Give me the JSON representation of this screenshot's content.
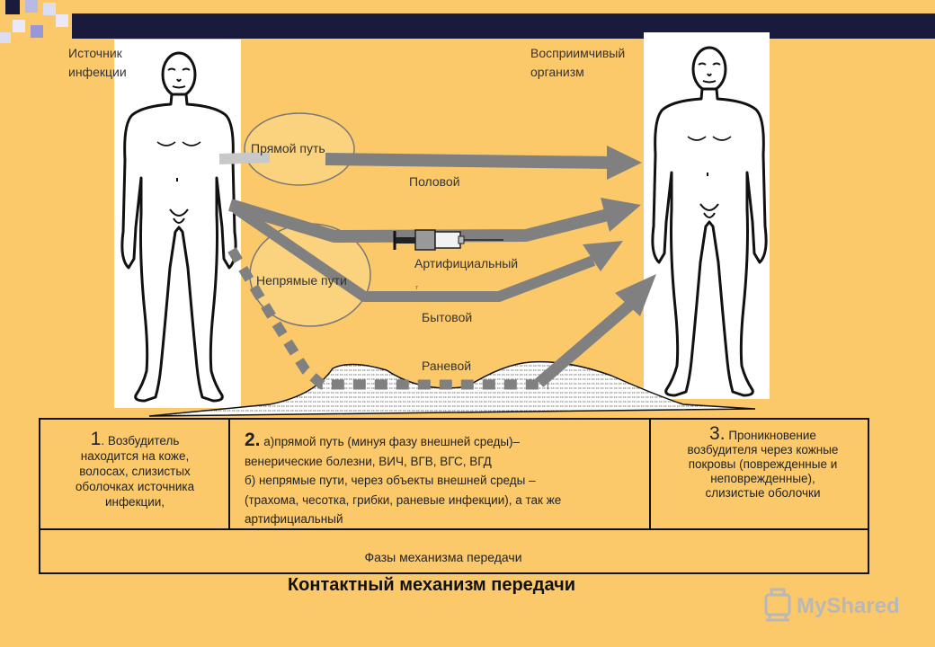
{
  "labels": {
    "source": [
      "Источник",
      "инфекции"
    ],
    "receiver": [
      "Восприимчивый",
      "организм"
    ],
    "direct_route": "Прямой путь",
    "indirect_routes": "Непрямые пути",
    "sexual": "Половой",
    "artificial": "Артифициальный",
    "household": "Бытовой",
    "wound": "Раневой",
    "tiny_mark": "7"
  },
  "phases": {
    "phase1": {
      "number": "1",
      "lines": [
        ". Возбудитель",
        "находится на коже,",
        "волосах, слизистых",
        "оболочках источника",
        "инфекции,"
      ]
    },
    "phase2": {
      "number": "2.",
      "lines": [
        " а)прямой путь (минуя фазу внешней среды)–",
        "венерические болезни, ВИЧ, ВГВ, ВГС, ВГД",
        "б) непрямые пути, через объекты внешней среды –",
        "(трахома, чесотка, грибки, раневые инфекции), а так же",
        "артифициальный"
      ]
    },
    "phase3": {
      "number": "3.",
      "lines": [
        " Проникновение",
        "возбудителя через кожные",
        "покровы (поврежденные и",
        "неповрежденные),",
        "слизистые оболочки"
      ]
    },
    "caption": "Фазы механизма передачи"
  },
  "title": "Контактный механизм передачи",
  "watermark": "MyShared",
  "colors": {
    "background": "#fcc96a",
    "arrow": "#808080",
    "navy": "#1a1a3c",
    "bubble": "#fbd37f"
  }
}
